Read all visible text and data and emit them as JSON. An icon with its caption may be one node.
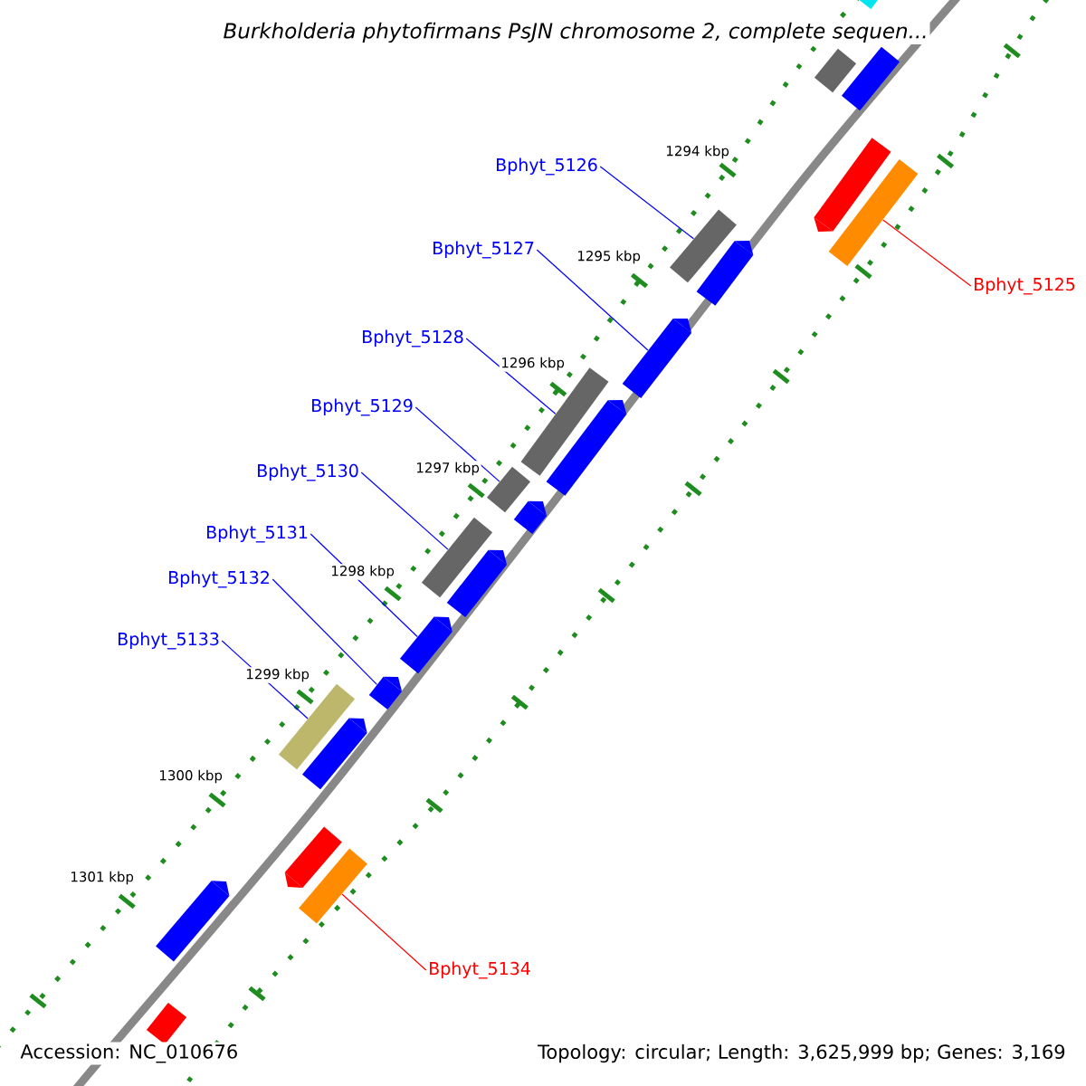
{
  "diagram": {
    "title": "*Burkholderia phytofirmans* PsJN chromosome 2, complete sequen...",
    "nodes": [
      {
        "text": [
          "Bphyt_5126"
        ]
      },
      {
        "text": [
          "Bphyt_5127"
        ]
      },
      {
        "text": [
          "Bphyt_5128"
        ]
      },
      {
        "text": [
          "Bphyt_5129"
        ]
      },
      {
        "text": [
          "Bphyt_5130"
        ]
      },
      {
        "text": [
          "Bphyt_5131"
        ]
      },
      {
        "text": [
          "Bphyt_5132"
        ]
      },
      {
        "text": [
          "Bphyt_5133"
        ]
      },
      {
        "text": [
          "Bphyt_5125"
        ]
      },
      {
        "text": [
          "Bphyt_5134"
        ]
      },
      {
        "text": [],
        "shape": "bar"
      },
      {
        "text": [],
        "shape": "bar"
      },
      {
        "text": [],
        "shape": "bar"
      },
      {
        "text": [],
        "shape": "bar"
      },
      {
        "text": [],
        "shape": "bar"
      },
      {
        "text": [],
        "shape": "bar"
      },
      {
        "text": [],
        "shape": "bar"
      },
      {
        "text": [],
        "shape": "bar"
      },
      {
        "text": [],
        "shape": "bar"
      },
      {
        "text": [],
        "shape": "bar"
      },
      {
        "text": [],
        "shape": "bar"
      },
      {
        "text": [],
        "shape": "bar"
      },
      {
        "text": [],
        "shape": "bar"
      },
      {
        "text": [],
        "shape": "bar"
      },
      {
        "text": [],
        "shape": "bar"
      },
      {
        "text": [],
        "shape": "bar"
      },
      {
        "text": [],
        "shape": "bar"
      },
      {
        "text": [],
        "shape": "bar"
      },
      {
        "text": [],
        "shape": "bar"
      },
      {
        "text": [],
        "shape": "bar"
      },
      {
        "text": [],
        "shape": "bar"
      },
      {
        "text": [],
        "shape": "bar"
      }
    ],
    "edges": [
      {
        "from": 0,
        "to": 12,
        "arrow": "none"
      },
      {
        "from": 1,
        "to": 14,
        "arrow": "none"
      },
      {
        "from": 2,
        "to": 15,
        "arrow": "none"
      },
      {
        "from": 3,
        "to": 17,
        "arrow": "none"
      },
      {
        "from": 4,
        "to": 19,
        "arrow": "none"
      },
      {
        "from": 5,
        "to": 21,
        "arrow": "none"
      },
      {
        "from": 6,
        "to": 22,
        "arrow": "none"
      },
      {
        "from": 7,
        "to": 23,
        "arrow": "none"
      },
      {
        "from": 8,
        "to": 11,
        "arrow": "none",
        "color": "#ff0000"
      },
      {
        "from": 9,
        "to": 26,
        "arrow": "none",
        "color": "#ff0000"
      }
    ],
    "labels": [
      "1294 kbp",
      "1295 kbp",
      "1296 kbp",
      "1297 kbp",
      "1298 kbp",
      "1299 kbp",
      "1300 kbp",
      "1301 kbp",
      "Accession: NC_010676",
      "Topology: circular; Length: 3,625,999 bp; Genes: 3,169"
    ]
  }
}
